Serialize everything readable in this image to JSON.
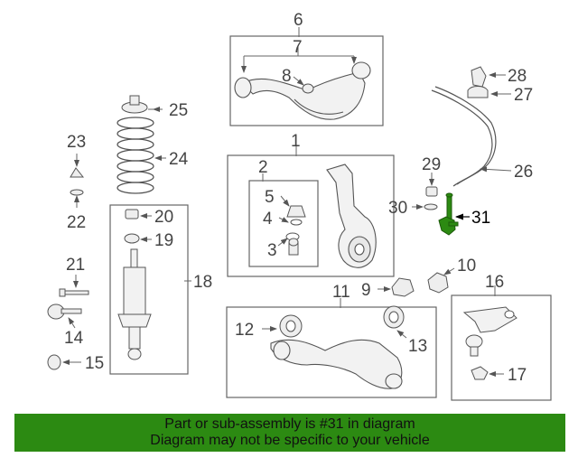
{
  "diagram": {
    "callouts": {
      "c1": "1",
      "c2": "2",
      "c3": "3",
      "c4": "4",
      "c5": "5",
      "c6": "6",
      "c7": "7",
      "c8": "8",
      "c9": "9",
      "c10": "10",
      "c11": "11",
      "c12": "12",
      "c13": "13",
      "c14": "14",
      "c15": "15",
      "c16": "16",
      "c17": "17",
      "c18": "18",
      "c19": "19",
      "c20": "20",
      "c21": "21",
      "c22": "22",
      "c23": "23",
      "c24": "24",
      "c25": "25",
      "c26": "26",
      "c27": "27",
      "c28": "28",
      "c29": "29",
      "c30": "30",
      "c31": "31"
    },
    "highlighted_part": "31",
    "highlight_color": "#2c8a12"
  },
  "banner": {
    "line1": "Part or sub-assembly is #31 in diagram",
    "line2": "Diagram may not be specific to your vehicle",
    "background": "#2c8a12"
  }
}
